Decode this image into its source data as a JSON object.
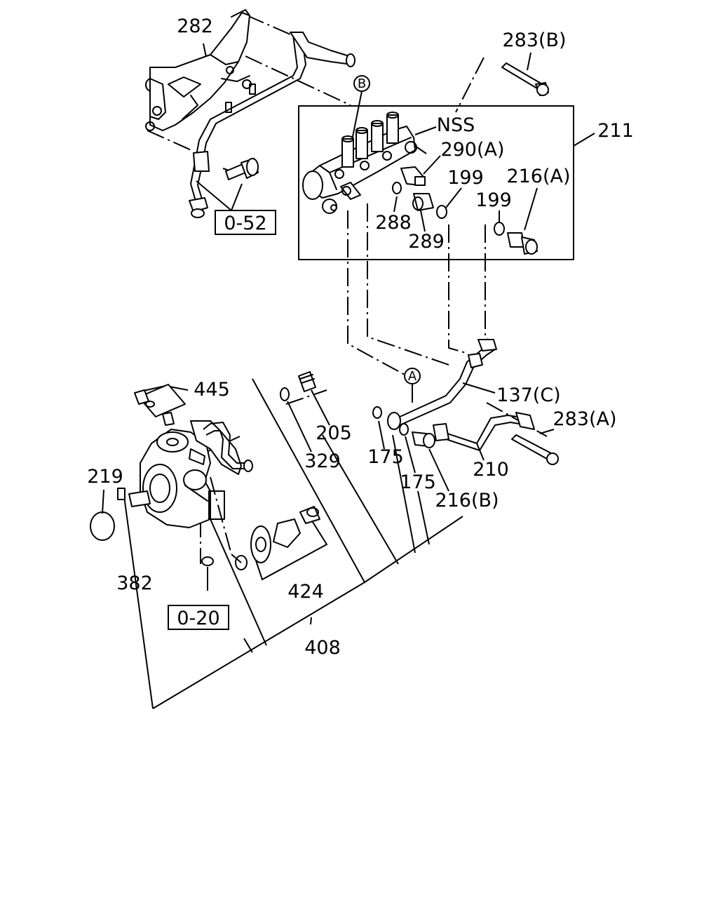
{
  "labels": {
    "p282": "282",
    "p283b": "283(B)",
    "p211": "211",
    "nss": "NSS",
    "p290a": "290(A)",
    "p199a": "199",
    "p216a": "216(A)",
    "p199b": "199",
    "p288": "288",
    "p289": "289",
    "ref052": "0-52",
    "markerB": "B",
    "markerA": "A",
    "p445": "445",
    "p137c": "137(C)",
    "p283a": "283(A)",
    "p205": "205",
    "p329": "329",
    "p175a": "175",
    "p175b": "175",
    "p210": "210",
    "p216b": "216(B)",
    "p219": "219",
    "p382": "382",
    "p424": "424",
    "ref020": "0-20",
    "p408": "408"
  }
}
